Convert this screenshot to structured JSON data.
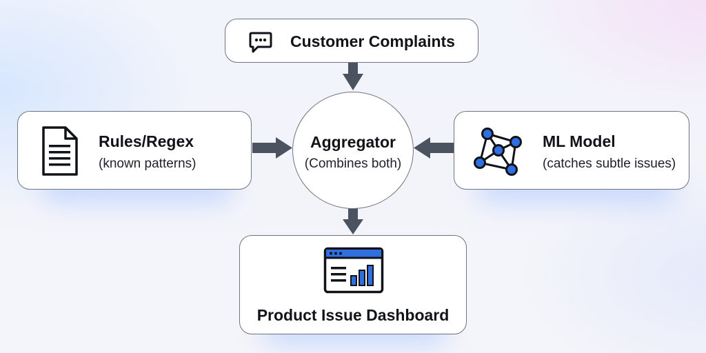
{
  "nodes": {
    "customer_complaints": {
      "title": "Customer Complaints",
      "icon": "chat-bubble-icon"
    },
    "rules": {
      "title": "Rules/Regex",
      "subtitle": "(known patterns)",
      "icon": "document-icon"
    },
    "aggregator": {
      "title": "Aggregator",
      "subtitle": "(Combines both)"
    },
    "ml_model": {
      "title": "ML Model",
      "subtitle": "(catches subtle issues)",
      "icon": "network-graph-icon"
    },
    "dashboard": {
      "title": "Product Issue Dashboard",
      "icon": "dashboard-chart-icon"
    }
  },
  "edges": [
    {
      "from": "Customer Complaints",
      "to": "Aggregator"
    },
    {
      "from": "Rules/Regex",
      "to": "Aggregator"
    },
    {
      "from": "ML Model",
      "to": "Aggregator"
    },
    {
      "from": "Aggregator",
      "to": "Product Issue Dashboard"
    }
  ],
  "colors": {
    "arrow": "#4b5260",
    "accent_blue": "#2f6fe0",
    "icon_dark": "#101218",
    "box_border": "#6e7380"
  }
}
